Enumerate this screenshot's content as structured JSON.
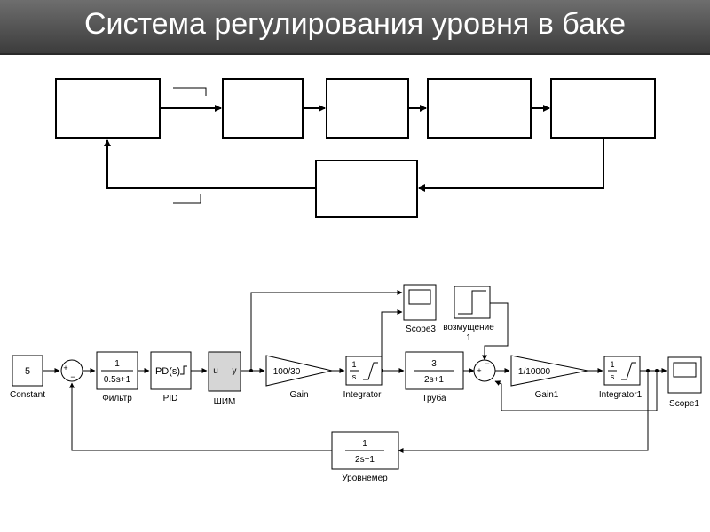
{
  "page": {
    "title": "Система регулирования уровня в баке"
  },
  "simulink": {
    "constant_value": "5",
    "constant_label": "Constant",
    "sum1_plus": "+",
    "sum1_minus": "−",
    "filter_num": "1",
    "filter_den": "0.5s+1",
    "filter_label": "Фильтр",
    "pid_text": "PD(s)",
    "pid_label": "PID",
    "pwm_u": "u",
    "pwm_y": "y",
    "pwm_label": "ШИМ",
    "gain_value": "100/30",
    "gain_label": "Gain",
    "integrator_num": "1",
    "integrator_den": "s",
    "integrator_label": "Integrator",
    "scope3_label": "Scope3",
    "pipe_num": "3",
    "pipe_den": "2s+1",
    "pipe_label": "Труба",
    "disturbance_label_1": "возмущение",
    "disturbance_label_2": "1",
    "sum2_plus": "+",
    "sum2_minus": "−",
    "gain1_value": "1/10000",
    "gain1_label": "Gain1",
    "integrator1_num": "1",
    "integrator1_den": "s",
    "integrator1_label": "Integrator1",
    "scope1_label": "Scope1",
    "level_num": "1",
    "level_den": "2s+1",
    "level_label": "Уровнемер"
  }
}
